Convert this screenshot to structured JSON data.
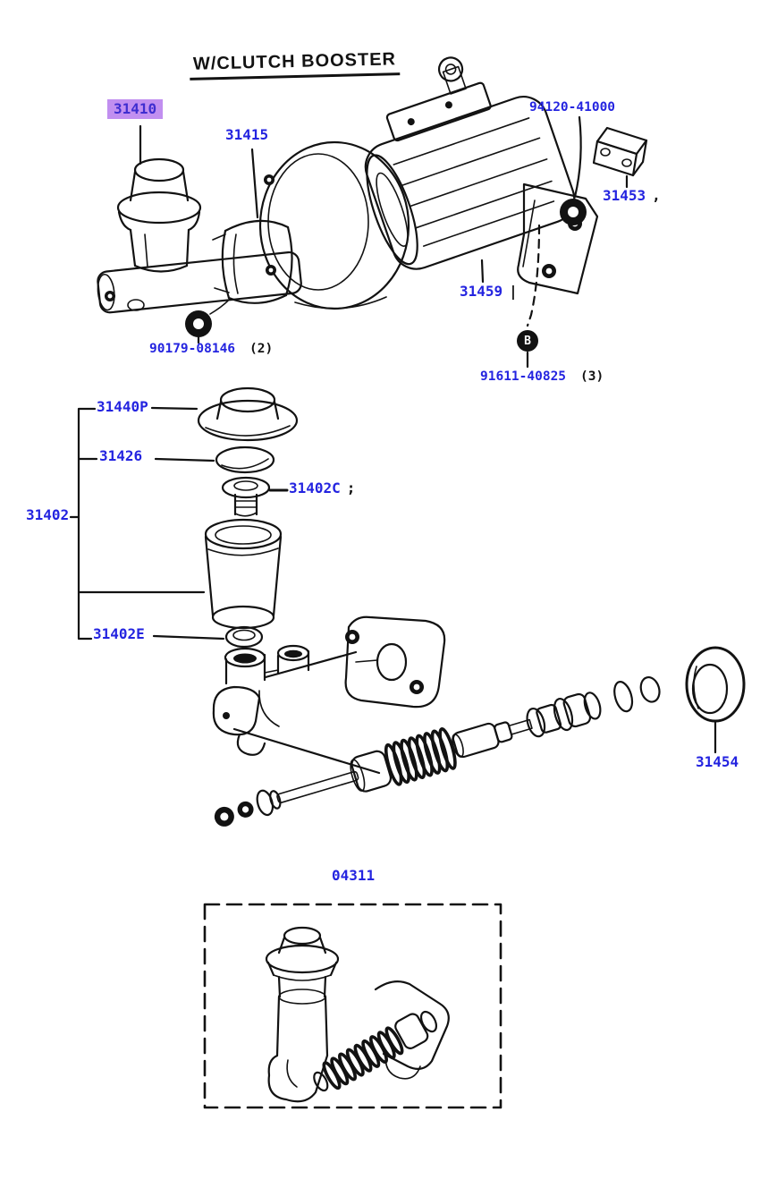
{
  "diagram": {
    "title": "W/CLUTCH BOOSTER",
    "type": "parts-diagram",
    "highlighted_part": "31410",
    "connector_marker": "B"
  },
  "colors": {
    "label_blue": "#2424e0",
    "highlight_bg": "#c18ff0",
    "highlight_text": "#3f2ed0",
    "line": "#121212",
    "paper": "#ffffff"
  },
  "parts": [
    {
      "number": "31410",
      "highlighted": true
    },
    {
      "number": "31415"
    },
    {
      "number": "94120-41000"
    },
    {
      "number": "31453",
      "mark": ","
    },
    {
      "number": "31459",
      "mark": "|"
    },
    {
      "number": "90179-08146",
      "qty": "(2)"
    },
    {
      "number": "91611-40825",
      "qty": "(3)"
    },
    {
      "number": "31440P"
    },
    {
      "number": "31426"
    },
    {
      "number": "31402C",
      "mark": ";"
    },
    {
      "number": "31402"
    },
    {
      "number": "31402E"
    },
    {
      "number": "31454"
    },
    {
      "number": "04311"
    }
  ]
}
